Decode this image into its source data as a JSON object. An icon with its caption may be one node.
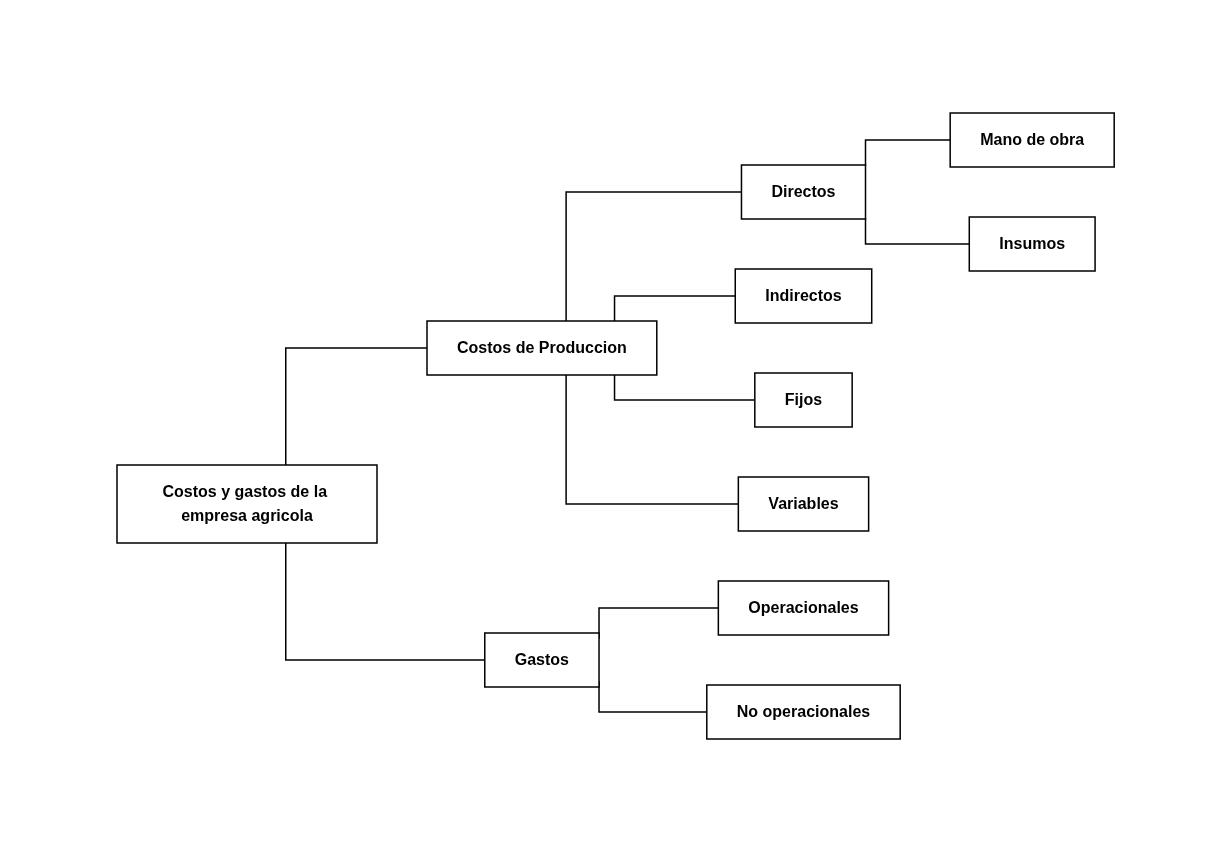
{
  "diagram": {
    "nodes": [
      {
        "text": [
          "Costos y gastos de la empresa agricola"
        ]
      },
      {
        "text": [
          "Costos de Produccion"
        ]
      },
      {
        "text": [
          "Directos"
        ]
      },
      {
        "text": [
          "Indirectos"
        ]
      },
      {
        "text": [
          "Fijos"
        ]
      },
      {
        "text": [
          "Variables"
        ]
      },
      {
        "text": [
          "Mano de obra"
        ]
      },
      {
        "text": [
          "Insumos"
        ]
      },
      {
        "text": [
          "Gastos"
        ]
      },
      {
        "text": [
          "Operacionales"
        ]
      },
      {
        "text": [
          "No operacionales"
        ]
      }
    ],
    "edges": [
      {
        "from": 0,
        "to": 1,
        "arrow": "none"
      },
      {
        "from": 0,
        "to": 8,
        "arrow": "none"
      },
      {
        "from": 1,
        "to": 2,
        "arrow": "none"
      },
      {
        "from": 1,
        "to": 3,
        "arrow": "none"
      },
      {
        "from": 1,
        "to": 4,
        "arrow": "none"
      },
      {
        "from": 1,
        "to": 5,
        "arrow": "none"
      },
      {
        "from": 2,
        "to": 6,
        "arrow": "none"
      },
      {
        "from": 2,
        "to": 7,
        "arrow": "none"
      },
      {
        "from": 8,
        "to": 9,
        "arrow": "none"
      },
      {
        "from": 8,
        "to": 10,
        "arrow": "none"
      }
    ]
  }
}
